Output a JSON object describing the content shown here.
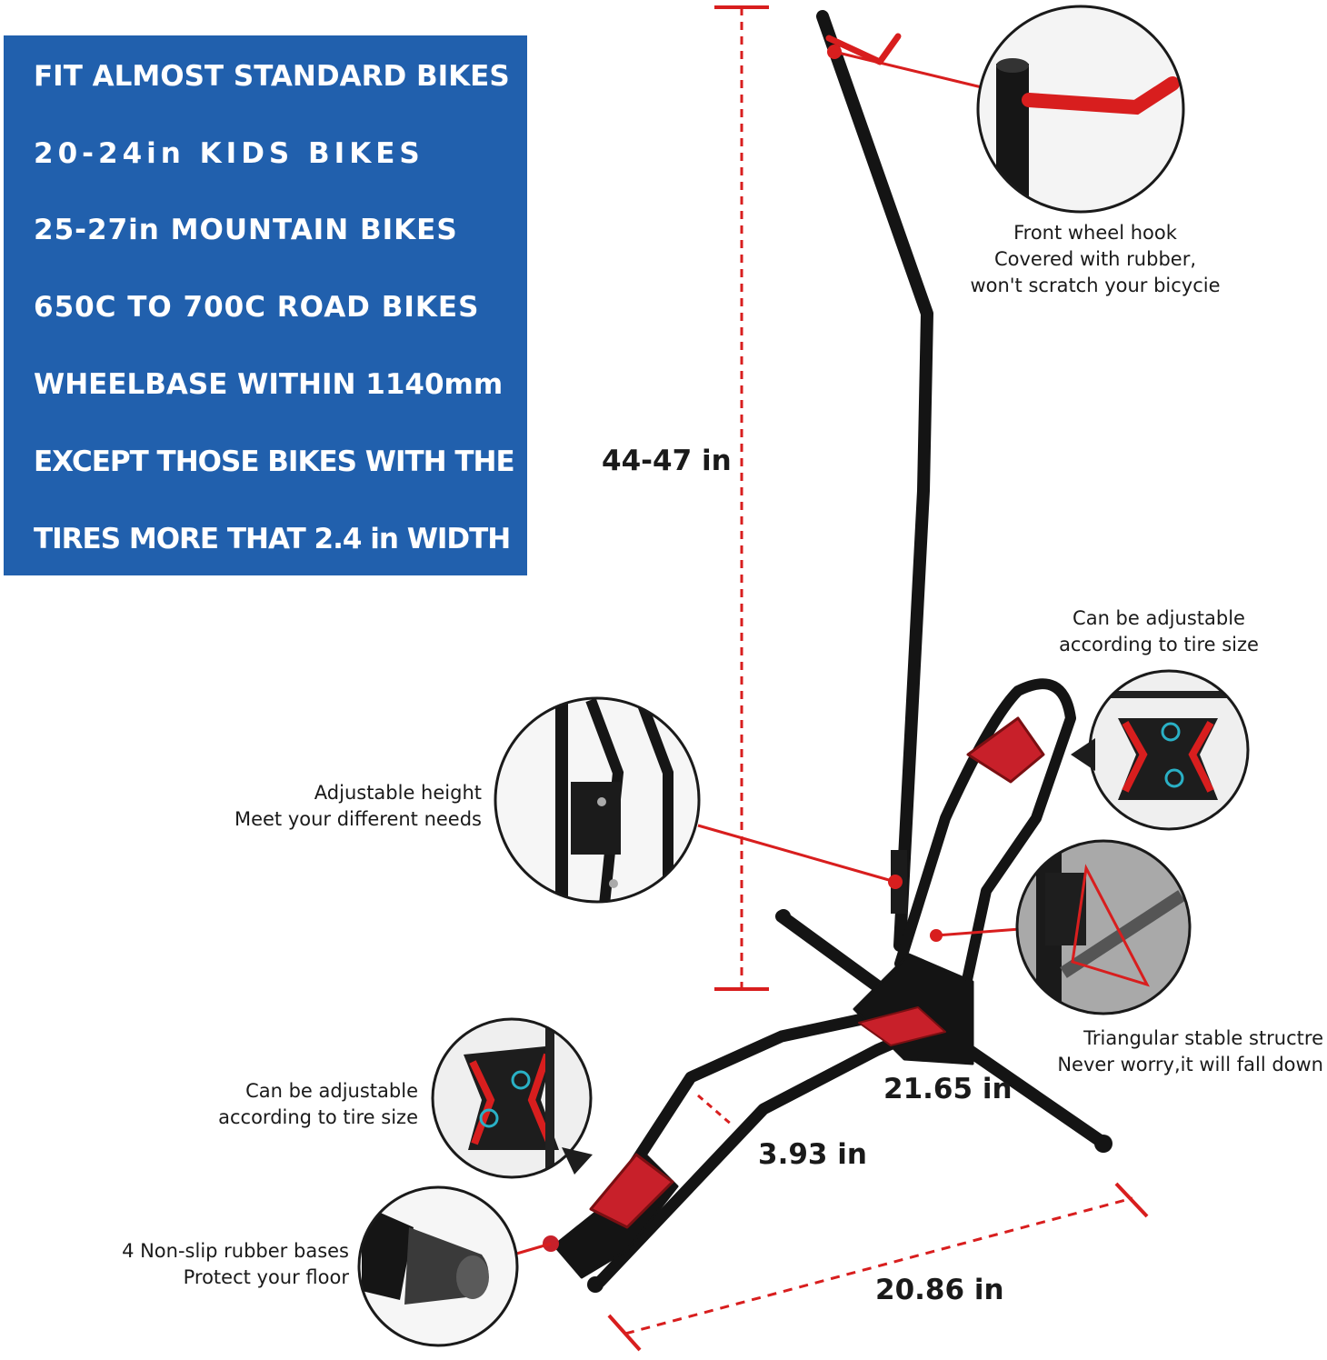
{
  "spec_panel": {
    "background": "#2160ad",
    "lines": [
      "FIT ALMOST STANDARD BIKES",
      "20-24in  KIDS  BIKES",
      "25-27in MOUNTAIN BIKES",
      "650C TO 700C ROAD BIKES",
      "WHEELBASE WITHIN 1140mm",
      "EXCEPT THOSE BIKES WITH THE",
      "TIRES MORE THAT 2.4 in WIDTH"
    ]
  },
  "callouts": {
    "front_hook": [
      "Front wheel hook",
      "Covered with rubber,",
      "won't scratch your bicycie"
    ],
    "tire_adjust_top": [
      "Can be adjustable",
      "according to tire size"
    ],
    "height": [
      "Adjustable height",
      "Meet your different needs"
    ],
    "triangle": [
      "Triangular stable structre",
      "Never worry,it will fall down"
    ],
    "tire_adjust_bottom": [
      "Can be adjustable",
      "according to tire size"
    ],
    "rubber_bases": [
      "4 Non-slip rubber bases",
      "Protect your floor"
    ]
  },
  "dimensions": {
    "height": "44-47 in",
    "width": "21.65 in",
    "gap": "3.93 in",
    "length": "20.86 in"
  },
  "colors": {
    "accent_red": "#d81e1e",
    "frame_black": "#141414",
    "rubber_red": "#c8202a"
  }
}
